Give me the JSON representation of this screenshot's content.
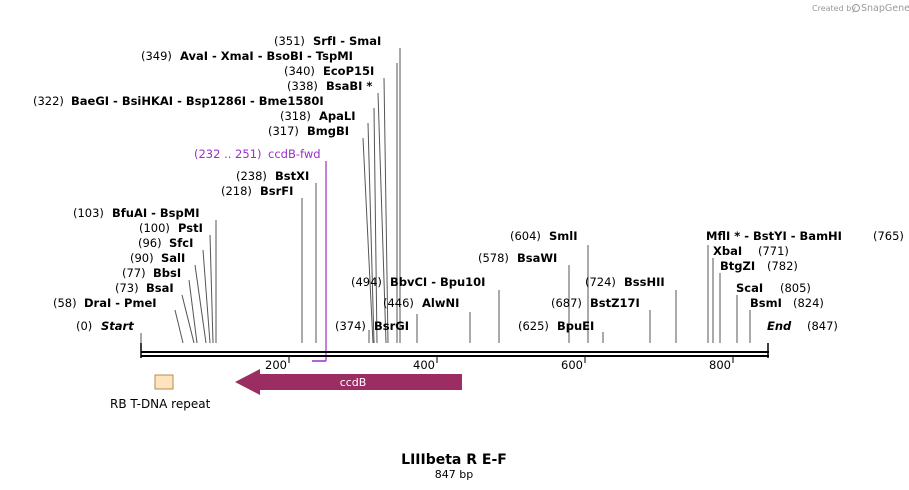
{
  "credit": {
    "prefix": "Created by",
    "brand": "SnapGene"
  },
  "map": {
    "name": "LIIIbeta R E-F",
    "length_label": "847 bp",
    "start_label": "Start",
    "start_pos": "(0)",
    "end_label": "End",
    "end_pos": "(847)",
    "ruler_ticks": [
      "200",
      "400",
      "600",
      "800"
    ]
  },
  "sites": [
    {
      "pos": "(351)",
      "names": "SrfI  - SmaI"
    },
    {
      "pos": "(349)",
      "names": "AvaI  - XmaI  - BsoBI  - TspMI"
    },
    {
      "pos": "(340)",
      "names": "EcoP15I"
    },
    {
      "pos": "(338)",
      "names": "BsaBI *"
    },
    {
      "pos": "(322)",
      "names": "BaeGI  - BsiHKAI  - Bsp1286I  - Bme1580I"
    },
    {
      "pos": "(318)",
      "names": "ApaLI"
    },
    {
      "pos": "(317)",
      "names": "BmgBI"
    },
    {
      "pos": "(238)",
      "names": "BstXI"
    },
    {
      "pos": "(218)",
      "names": "BsrFI"
    },
    {
      "pos": "(103)",
      "names": "BfuAI  - BspMI"
    },
    {
      "pos": "(100)",
      "names": "PstI"
    },
    {
      "pos": "(96)",
      "names": "SfcI"
    },
    {
      "pos": "(90)",
      "names": "SalI"
    },
    {
      "pos": "(77)",
      "names": "BbsI"
    },
    {
      "pos": "(73)",
      "names": "BsaI"
    },
    {
      "pos": "(58)",
      "names": "DraI  - PmeI"
    },
    {
      "pos": "(494)",
      "names": "BbvCI  - Bpu10I"
    },
    {
      "pos": "(446)",
      "names": "AlwNI"
    },
    {
      "pos": "(374)",
      "names": "BsrGI"
    },
    {
      "pos": "(604)",
      "names": "SmlI"
    },
    {
      "pos": "(578)",
      "names": "BsaWI"
    },
    {
      "pos": "(724)",
      "names": "BssHII"
    },
    {
      "pos": "(687)",
      "names": "BstZ17I"
    },
    {
      "pos": "(625)",
      "names": "BpuEI"
    },
    {
      "pos": "(765)",
      "names": "MflI * - BstYI  - BamHI"
    },
    {
      "pos": "(771)",
      "names": "XbaI"
    },
    {
      "pos": "(782)",
      "names": "BtgZI"
    },
    {
      "pos": "(805)",
      "names": "ScaI"
    },
    {
      "pos": "(824)",
      "names": "BsmI"
    }
  ],
  "primer": {
    "pos": "(232 .. 251)",
    "name": "ccdB-fwd",
    "color": "#9b2fc9"
  },
  "features": {
    "ccdB": {
      "label": "ccdB",
      "color": "#9b2d62"
    },
    "rb": {
      "label": "RB T-DNA repeat",
      "color": "#ffe3bd"
    }
  }
}
